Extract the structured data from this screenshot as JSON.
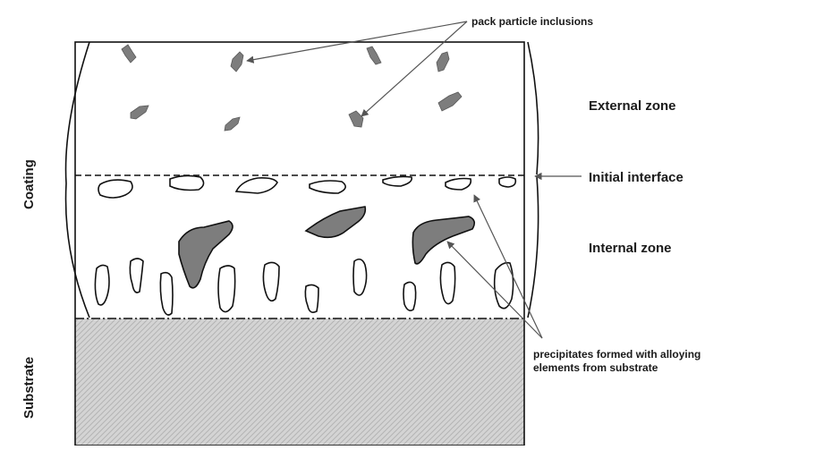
{
  "side_labels": {
    "coating": "Coating",
    "substrate": "Substrate"
  },
  "zones": {
    "external": "External zone",
    "interface": "Initial interface",
    "internal": "Internal zone"
  },
  "annotations": {
    "pack_inclusions": "pack particle inclusions",
    "precipitates_line1": "precipitates formed with alloying",
    "precipitates_line2": "elements from substrate"
  },
  "colors": {
    "outline": "#111111",
    "particle_fill": "#7d7d7d",
    "substrate_fill": "#cfcfcf",
    "leader_line": "#555555"
  }
}
